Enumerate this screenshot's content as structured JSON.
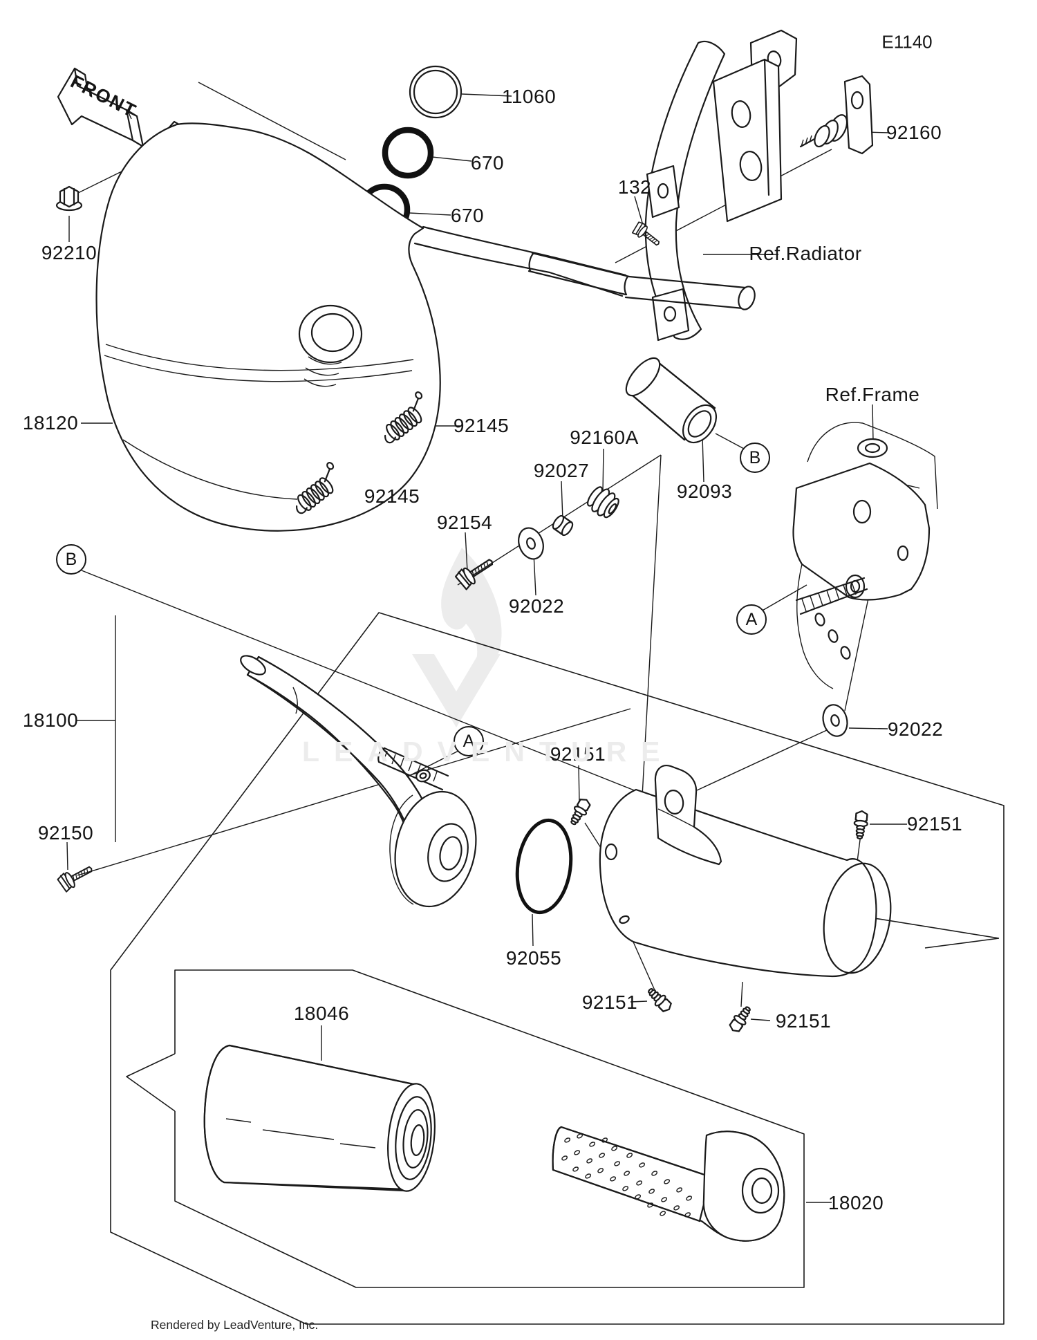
{
  "diagram": {
    "code": "E1140",
    "front_label": "FRONT"
  },
  "watermark": {
    "text": "LEADVENTURE",
    "credit": "Rendered by LeadVenture, Inc.",
    "color": "#ececec"
  },
  "colors": {
    "line": "#1a1a1a",
    "background": "#ffffff"
  },
  "view_markers": {
    "a": "A",
    "b": "B"
  },
  "labels": {
    "p11060": "11060",
    "p670a": "670",
    "p670b": "670",
    "p92210": "92210",
    "p92160": "92160",
    "p132": "132",
    "ref_radiator": "Ref.Radiator",
    "p18120": "18120",
    "p92145a": "92145",
    "p92145b": "92145",
    "p92160a": "92160A",
    "p92027": "92027",
    "p92154": "92154",
    "p92022a": "92022",
    "p92093": "92093",
    "ref_frame": "Ref.Frame",
    "p18100": "18100",
    "p92150": "92150",
    "p92151a": "92151",
    "p92022b": "92022",
    "p92151b": "92151",
    "p92055": "92055",
    "p92151c": "92151",
    "p92151d": "92151",
    "p18046": "18046",
    "p18020": "18020"
  }
}
